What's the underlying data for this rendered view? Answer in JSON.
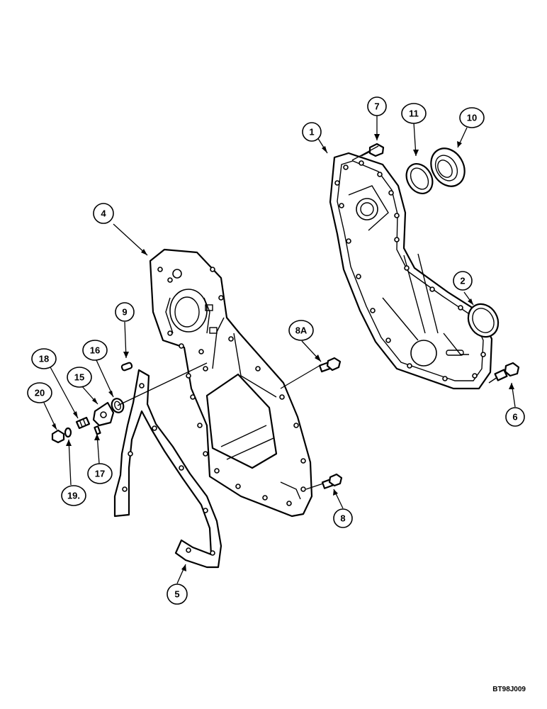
{
  "diagram": {
    "callouts": [
      {
        "label": "1"
      },
      {
        "label": "2"
      },
      {
        "label": "4"
      },
      {
        "label": "5"
      },
      {
        "label": "6"
      },
      {
        "label": "7"
      },
      {
        "label": "8"
      },
      {
        "label": "8A"
      },
      {
        "label": "9"
      },
      {
        "label": "10"
      },
      {
        "label": "11"
      },
      {
        "label": "15"
      },
      {
        "label": "16"
      },
      {
        "label": "17"
      },
      {
        "label": "18"
      },
      {
        "label": "19."
      },
      {
        "label": "20"
      }
    ],
    "drawing_code": "BT98J009"
  }
}
